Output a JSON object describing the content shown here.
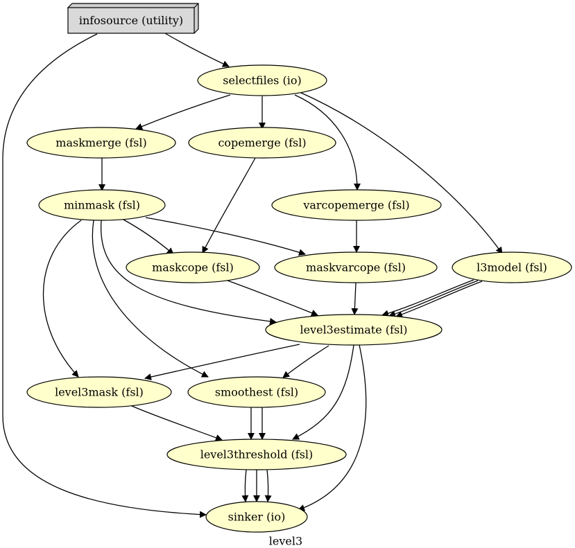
{
  "graph": {
    "caption": "level3",
    "node_fill": "#ffffcc",
    "utility_fill": "#d9d9d9",
    "stroke": "#000000",
    "nodes": {
      "infosource": {
        "label": "infosource (utility)",
        "shape": "box3d"
      },
      "selectfiles": {
        "label": "selectfiles (io)",
        "shape": "ellipse"
      },
      "maskmerge": {
        "label": "maskmerge (fsl)",
        "shape": "ellipse"
      },
      "copemerge": {
        "label": "copemerge (fsl)",
        "shape": "ellipse"
      },
      "varcopemerge": {
        "label": "varcopemerge (fsl)",
        "shape": "ellipse"
      },
      "minmask": {
        "label": "minmask (fsl)",
        "shape": "ellipse"
      },
      "maskcope": {
        "label": "maskcope (fsl)",
        "shape": "ellipse"
      },
      "maskvarcope": {
        "label": "maskvarcope (fsl)",
        "shape": "ellipse"
      },
      "l3model": {
        "label": "l3model (fsl)",
        "shape": "ellipse"
      },
      "level3estimate": {
        "label": "level3estimate (fsl)",
        "shape": "ellipse"
      },
      "level3mask": {
        "label": "level3mask (fsl)",
        "shape": "ellipse"
      },
      "smoothest": {
        "label": "smoothest (fsl)",
        "shape": "ellipse"
      },
      "level3threshold": {
        "label": "level3threshold (fsl)",
        "shape": "ellipse"
      },
      "sinker": {
        "label": "sinker (io)",
        "shape": "ellipse"
      }
    },
    "edges": [
      {
        "from": "infosource",
        "to": "selectfiles",
        "count": 1
      },
      {
        "from": "infosource",
        "to": "sinker",
        "count": 1
      },
      {
        "from": "selectfiles",
        "to": "maskmerge",
        "count": 1
      },
      {
        "from": "selectfiles",
        "to": "copemerge",
        "count": 1
      },
      {
        "from": "selectfiles",
        "to": "varcopemerge",
        "count": 1
      },
      {
        "from": "selectfiles",
        "to": "l3model",
        "count": 1
      },
      {
        "from": "maskmerge",
        "to": "minmask",
        "count": 1
      },
      {
        "from": "copemerge",
        "to": "maskcope",
        "count": 1
      },
      {
        "from": "varcopemerge",
        "to": "maskvarcope",
        "count": 1
      },
      {
        "from": "minmask",
        "to": "maskcope",
        "count": 1
      },
      {
        "from": "minmask",
        "to": "maskvarcope",
        "count": 1
      },
      {
        "from": "minmask",
        "to": "level3estimate",
        "count": 1
      },
      {
        "from": "minmask",
        "to": "level3mask",
        "count": 1
      },
      {
        "from": "minmask",
        "to": "smoothest",
        "count": 1
      },
      {
        "from": "maskcope",
        "to": "level3estimate",
        "count": 1
      },
      {
        "from": "maskvarcope",
        "to": "level3estimate",
        "count": 1
      },
      {
        "from": "l3model",
        "to": "level3estimate",
        "count": 3
      },
      {
        "from": "level3estimate",
        "to": "level3mask",
        "count": 1
      },
      {
        "from": "level3estimate",
        "to": "smoothest",
        "count": 1
      },
      {
        "from": "level3estimate",
        "to": "level3threshold",
        "count": 1
      },
      {
        "from": "level3estimate",
        "to": "sinker",
        "count": 1
      },
      {
        "from": "level3mask",
        "to": "level3threshold",
        "count": 1
      },
      {
        "from": "smoothest",
        "to": "level3threshold",
        "count": 2
      },
      {
        "from": "level3threshold",
        "to": "sinker",
        "count": 3
      }
    ]
  }
}
